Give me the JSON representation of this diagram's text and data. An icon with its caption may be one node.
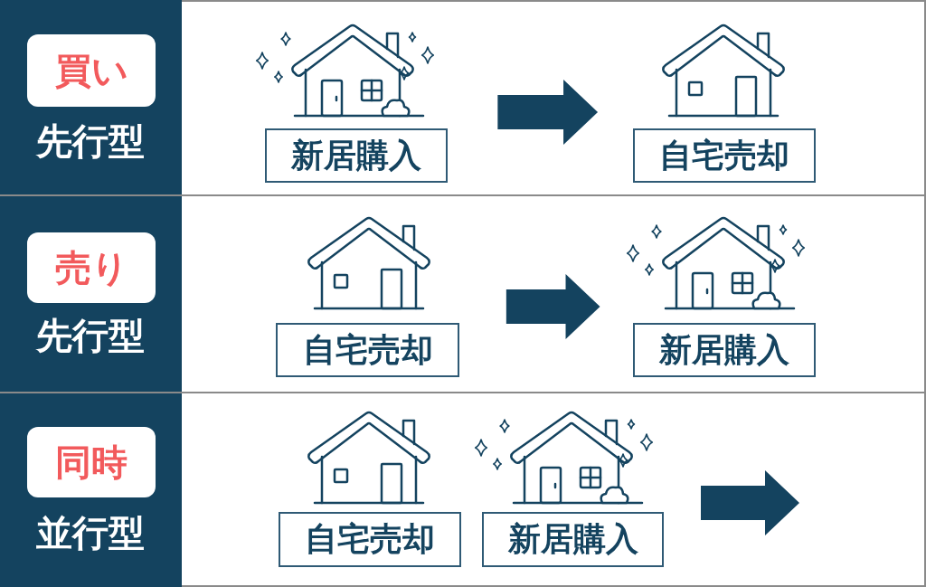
{
  "diagram": {
    "nodes": [
      {
        "text": [
          "先行型"
        ]
      },
      {
        "text": [
          "買い"
        ],
        "in": 0
      },
      {
        "text": [
          "新居購入"
        ]
      },
      {
        "text": [
          "自宅売却"
        ]
      },
      {
        "text": [
          "先行型"
        ]
      },
      {
        "text": [
          "売り"
        ],
        "in": 4
      },
      {
        "text": [
          "自宅売却"
        ]
      },
      {
        "text": [
          "新居購入"
        ]
      },
      {
        "text": [
          "並行型"
        ]
      },
      {
        "text": [
          "同時"
        ],
        "in": 8
      },
      {
        "text": [
          "自宅売却"
        ]
      },
      {
        "text": [
          "新居購入"
        ]
      }
    ],
    "edges": [
      {
        "from": 2,
        "to": 3,
        "arrow": "to"
      },
      {
        "from": 6,
        "to": 7,
        "arrow": "to"
      }
    ]
  }
}
